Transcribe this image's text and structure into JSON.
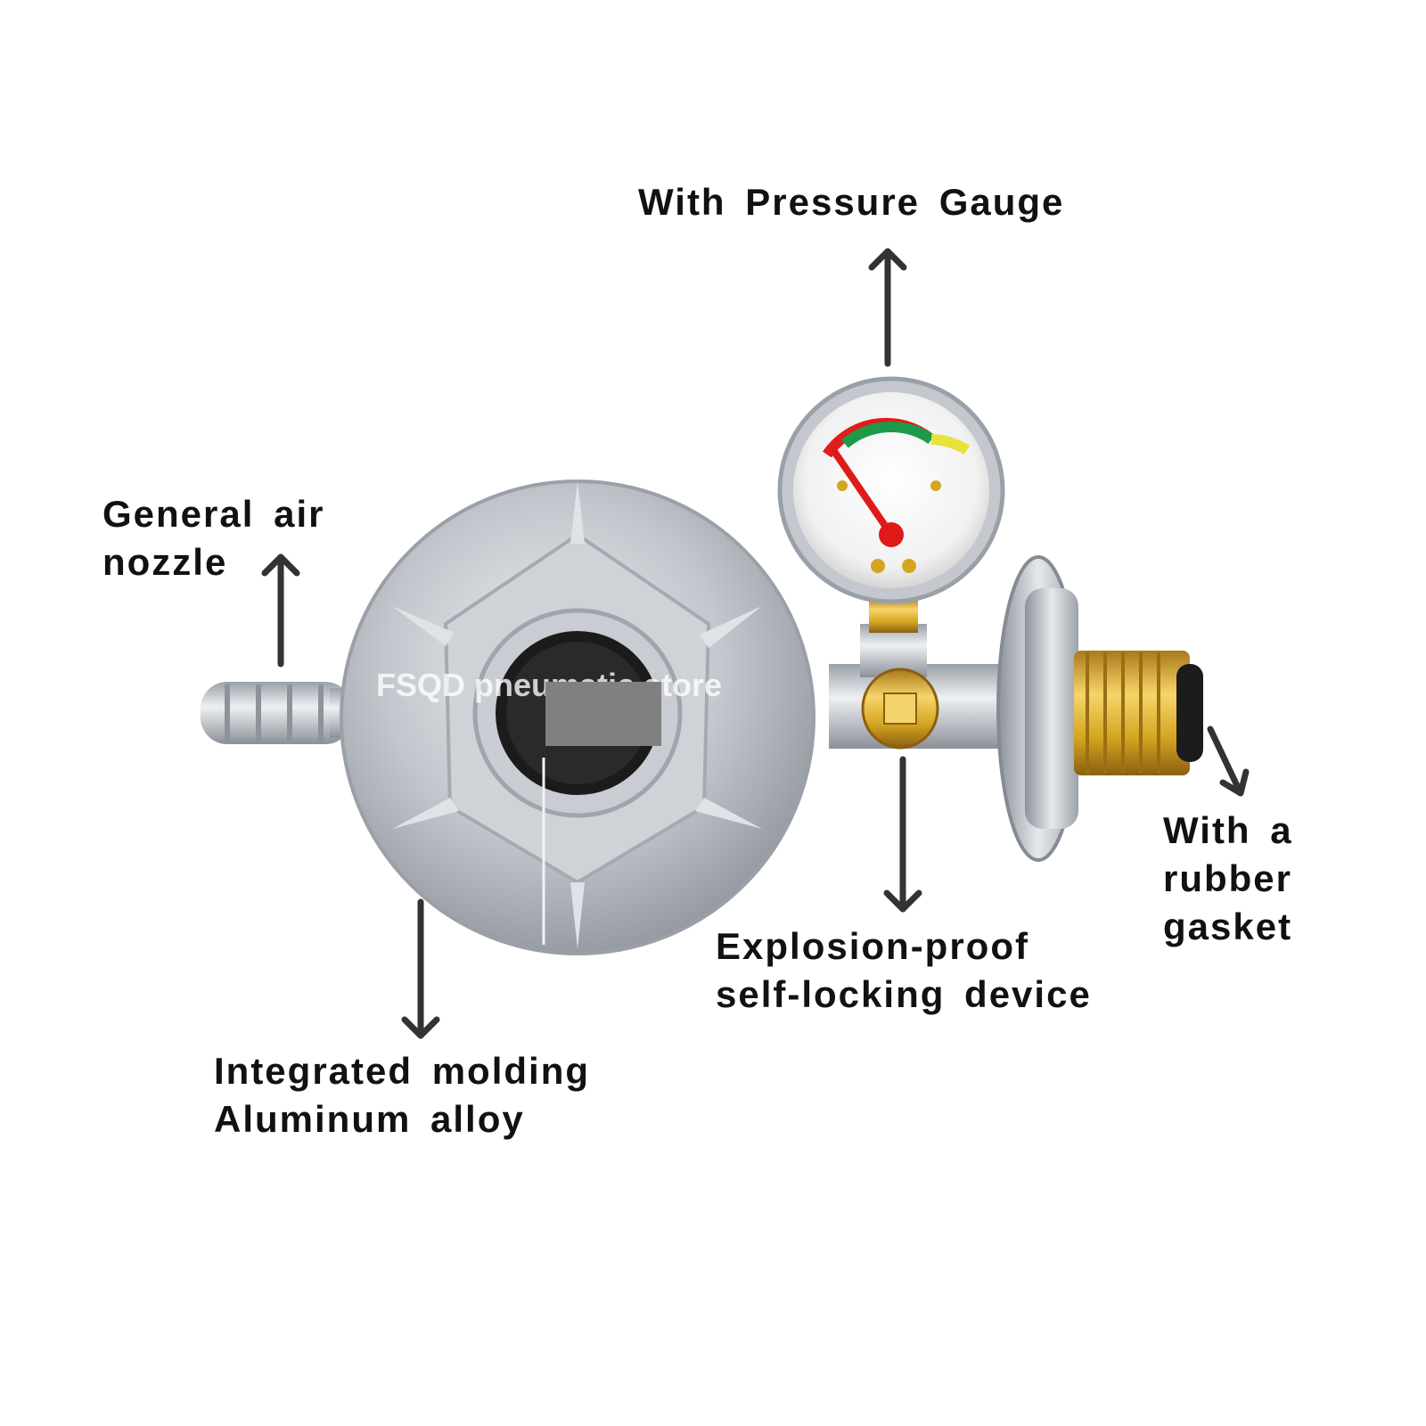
{
  "callouts": {
    "gauge": "With Pressure Gauge",
    "nozzle": [
      "General air",
      "nozzle"
    ],
    "gasket": [
      "With a",
      "rubber",
      "gasket"
    ],
    "explosion": [
      "Explosion-proof",
      "self-locking device"
    ],
    "body": [
      "Integrated molding",
      "Aluminum alloy"
    ]
  },
  "watermark": "FSQD pneumatic store",
  "colors": {
    "label_text": "#111111",
    "arrow": "#333333",
    "aluminum": "#b8bcc3",
    "brass": "#d4a520",
    "needle": "#e01919"
  },
  "icons": [
    "arrow-up-icon",
    "arrow-down-icon",
    "arrow-diagonal-icon"
  ]
}
